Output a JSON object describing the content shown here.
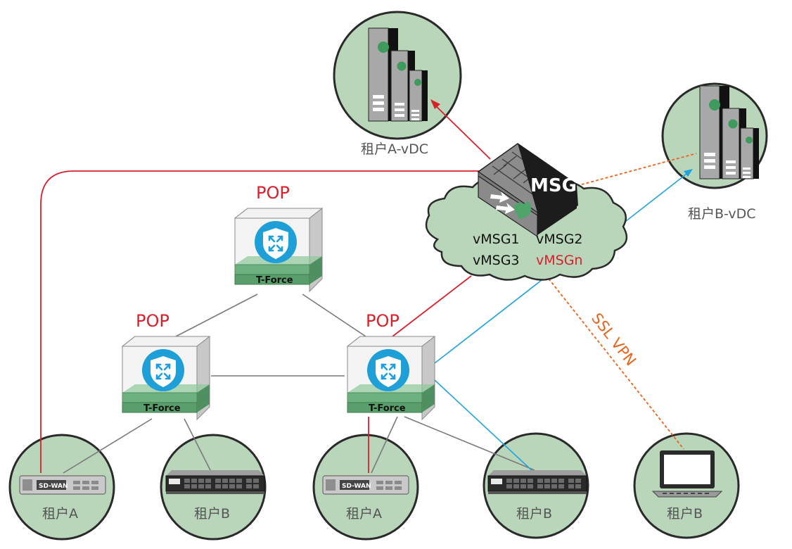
{
  "labels": {
    "tenant_a_vdc": "租户A-vDC",
    "tenant_b_vdc": "租户B-vDC",
    "pop_top": "POP",
    "pop_left": "POP",
    "pop_right": "POP",
    "tforce": "T-Force",
    "msg": "MSG",
    "vmsg1": "vMSG1",
    "vmsg2": "vMSG2",
    "vmsg3": "vMSG3",
    "vmsgn": "vMSGn",
    "ssl_vpn": "SSL VPN",
    "sdwan": "SD-WAN",
    "tenant_a_1": "租户A",
    "tenant_b_1": "租户B",
    "tenant_a_2": "租户A",
    "tenant_b_2": "租户B",
    "tenant_b_laptop": "租户B"
  },
  "colors": {
    "circle_fill": "#b9d6bb",
    "red_line": "#d9202a",
    "blue_line": "#1fa3dd",
    "gray_line": "#7a7a7a",
    "orange_dash": "#e8631c",
    "pop_red": "#d9202a",
    "cube_green": "#5fa86f",
    "shield_blue": "#1f9fd8"
  },
  "icons": [
    "server-rack-icon",
    "msg-gateway-icon",
    "tforce-cube-icon",
    "sdwan-appliance-icon",
    "switch-appliance-icon",
    "laptop-icon",
    "cloud-icon"
  ]
}
